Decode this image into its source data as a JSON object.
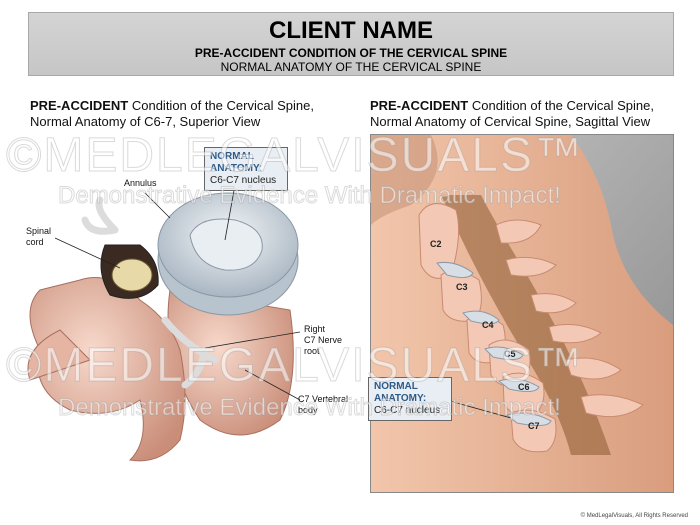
{
  "header": {
    "client": "CLIENT NAME",
    "subtitle1": "PRE-ACCIDENT CONDITION OF THE CERVICAL SPINE",
    "subtitle2": "NORMAL ANATOMY OF THE CERVICAL SPINE"
  },
  "left_panel": {
    "title_bold": "PRE-ACCIDENT",
    "title_rest": " Condition of the Cervical Spine,",
    "title_line2": "Normal Anatomy of C6-7, Superior View",
    "callout_title": "NORMAL ANATOMY:",
    "callout_text": "C6-C7 nucleus",
    "labels": {
      "annulus": "Annulus",
      "spinal_cord_1": "Spinal",
      "spinal_cord_2": "cord",
      "nerve_1": "Right",
      "nerve_2": "C7 Nerve",
      "nerve_3": "root",
      "body_1": "C7 Vertebral",
      "body_2": "body"
    }
  },
  "right_panel": {
    "title_bold": "PRE-ACCIDENT",
    "title_rest": " Condition of the Cervical Spine,",
    "title_line2": "Normal Anatomy of Cervical  Spine, Sagittal View",
    "callout_title": "NORMAL ANATOMY:",
    "callout_text": "C6-C7 nucleus",
    "vertebrae": [
      "C2",
      "C3",
      "C4",
      "C5",
      "C6",
      "C7"
    ]
  },
  "watermark": {
    "brand": "©MEDLEGALVISUALS™",
    "tagline": "Demonstrative Evidence With Dramatic Impact!"
  },
  "footer": {
    "copyright": "© MedLegalVisuals, All Rights Reserved"
  },
  "colors": {
    "bone": "#f0c7b8",
    "bone_dark": "#d99b86",
    "disc": "#cfd8e0",
    "skin": "#e9b79a",
    "callout_bg": "#e8eef3",
    "callout_title": "#2d5a88"
  }
}
